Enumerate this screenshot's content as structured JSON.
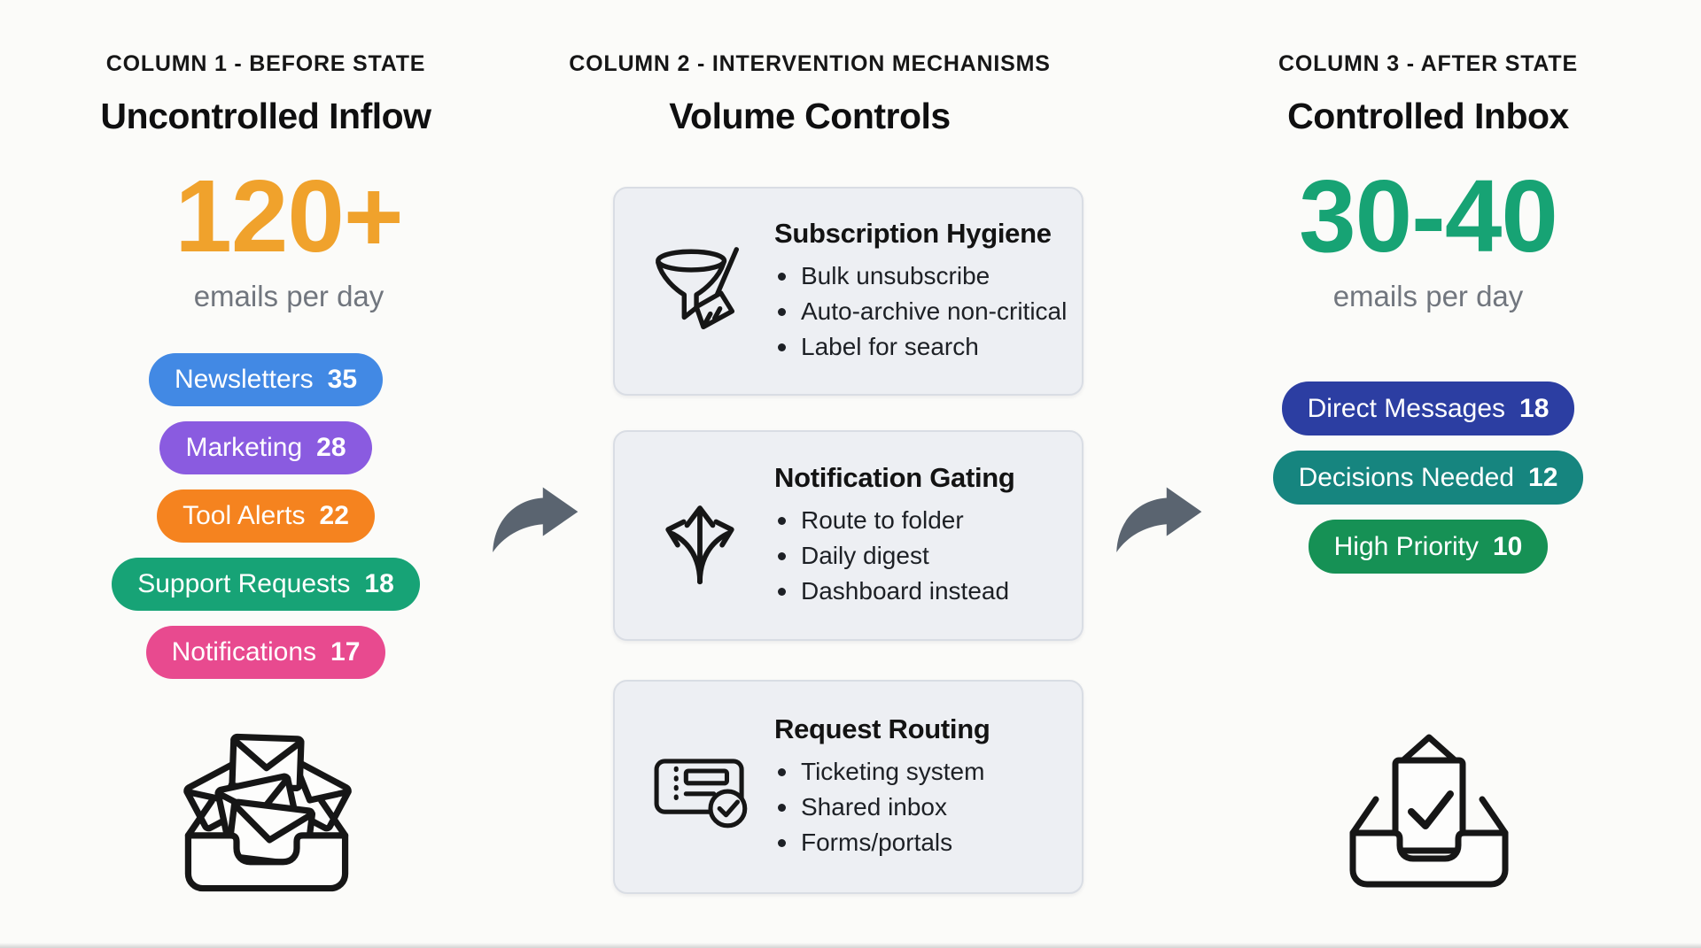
{
  "arrow_color": "#5a6470",
  "columns": {
    "before": {
      "kicker": "COLUMN 1 - BEFORE STATE",
      "title": "Uncontrolled Inflow",
      "metric_value": "120+",
      "metric_color": "#f0a22c",
      "metric_unit": "emails per day",
      "pills": [
        {
          "label": "Newsletters",
          "value": "35",
          "color": "#4289e4"
        },
        {
          "label": "Marketing",
          "value": "28",
          "color": "#8a5be0"
        },
        {
          "label": "Tool Alerts",
          "value": "22",
          "color": "#f5831f"
        },
        {
          "label": "Support Requests",
          "value": "18",
          "color": "#17a376"
        },
        {
          "label": "Notifications",
          "value": "17",
          "color": "#e84a8f"
        }
      ]
    },
    "intervention": {
      "kicker": "COLUMN 2 - INTERVENTION MECHANISMS",
      "title": "Volume Controls",
      "cards": [
        {
          "title": "Subscription Hygiene",
          "bullets": [
            "Bulk unsubscribe",
            "Auto-archive non-critical",
            "Label for search"
          ]
        },
        {
          "title": "Notification Gating",
          "bullets": [
            "Route to folder",
            "Daily digest",
            "Dashboard instead"
          ]
        },
        {
          "title": "Request Routing",
          "bullets": [
            "Ticketing system",
            "Shared inbox",
            "Forms/portals"
          ]
        }
      ]
    },
    "after": {
      "kicker": "COLUMN 3 - AFTER STATE",
      "title": "Controlled Inbox",
      "metric_value": "30-40",
      "metric_color": "#17a374",
      "metric_unit": "emails per day",
      "pills": [
        {
          "label": "Direct Messages",
          "value": "18",
          "color": "#2c3ea2"
        },
        {
          "label": "Decisions Needed",
          "value": "12",
          "color": "#16857f"
        },
        {
          "label": "High Priority",
          "value": "10",
          "color": "#169155"
        }
      ]
    }
  }
}
